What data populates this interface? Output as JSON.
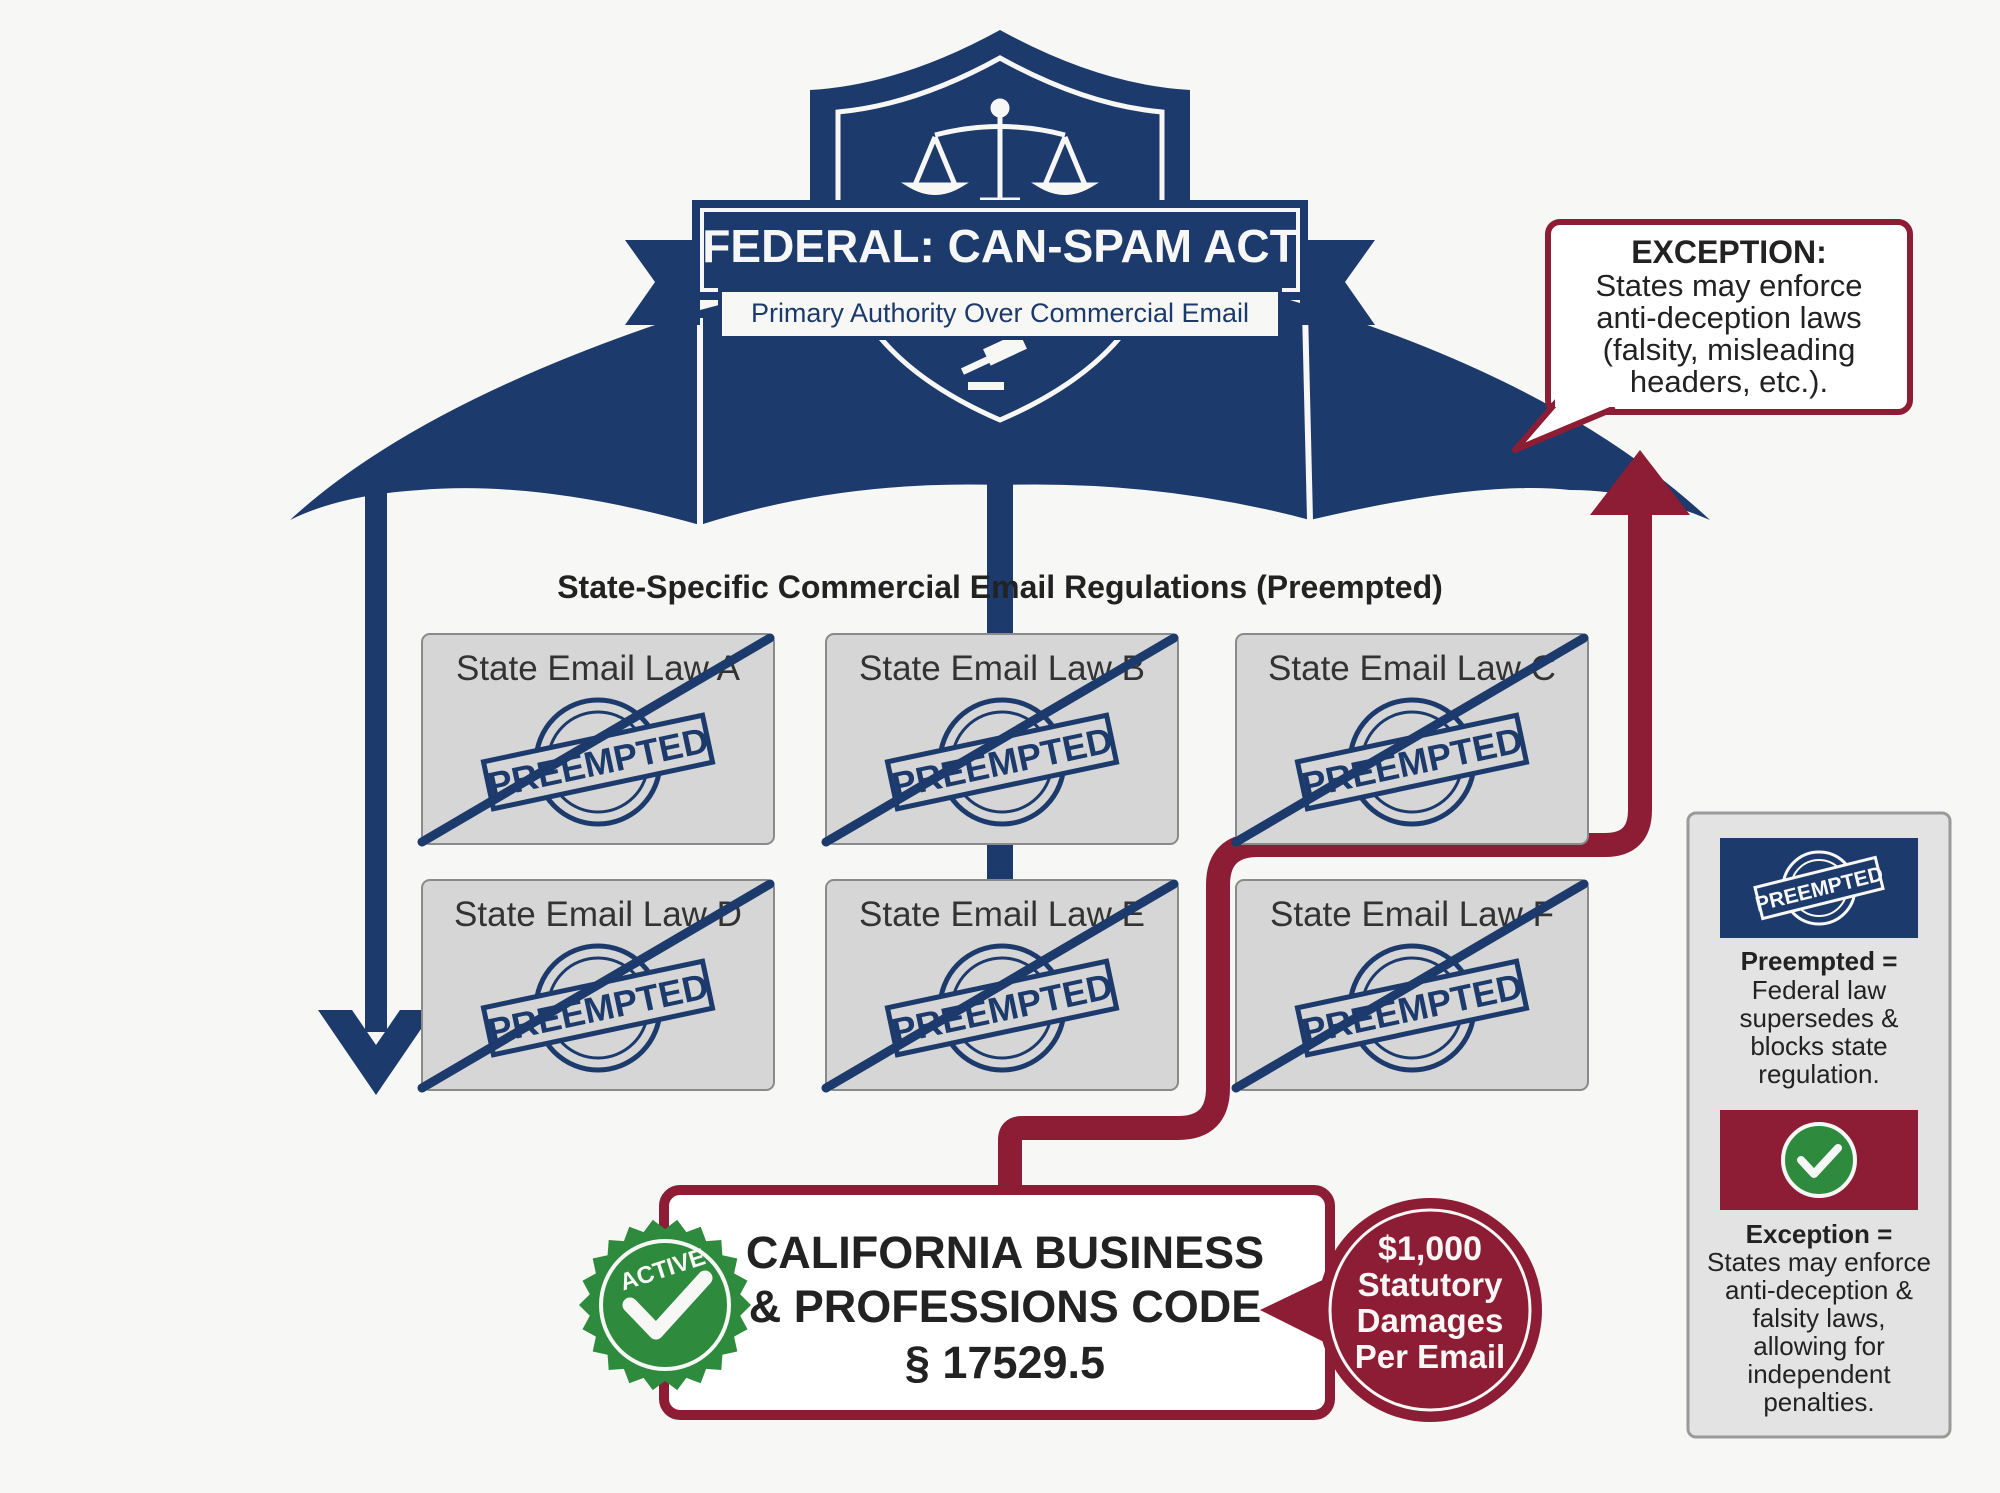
{
  "federal": {
    "title": "FEDERAL: CAN-SPAM ACT",
    "subtitle": "Primary Authority Over Commercial Email"
  },
  "exception_callout": {
    "heading": "EXCEPTION:",
    "lines": [
      "States may enforce",
      "anti-deception laws",
      "(falsity, misleading",
      "headers, etc.)."
    ]
  },
  "state_section": {
    "heading": "State-Specific Commercial Email Regulations (Preempted)",
    "stamp_label": "PREEMPTED",
    "laws": [
      {
        "name": "State Email Law A"
      },
      {
        "name": "State Email Law B"
      },
      {
        "name": "State Email Law C"
      },
      {
        "name": "State Email Law D"
      },
      {
        "name": "State Email Law E"
      },
      {
        "name": "State Email Law F"
      }
    ]
  },
  "california": {
    "badge": "ACTIVE",
    "lines": [
      "CALIFORNIA BUSINESS",
      "& PROFESSIONS CODE",
      "§ 17529.5"
    ],
    "damages_lines": [
      "$1,000",
      "Statutory",
      "Damages",
      "Per Email"
    ]
  },
  "legend": {
    "preempted_stamp": "PREEMPTED",
    "preempted_title": "Preempted =",
    "preempted_lines": [
      "Federal law",
      "supersedes &",
      "blocks state",
      "regulation."
    ],
    "exception_title": "Exception =",
    "exception_lines": [
      "States may enforce",
      "anti-deception &",
      "falsity laws,",
      "allowing for",
      "independent",
      "penalties."
    ]
  },
  "colors": {
    "navy": "#1c3a6b",
    "crimson": "#8c1d35",
    "green": "#2e8b3e",
    "card_gray": "#d6d6d6",
    "legend_gray": "#e3e3e3"
  }
}
